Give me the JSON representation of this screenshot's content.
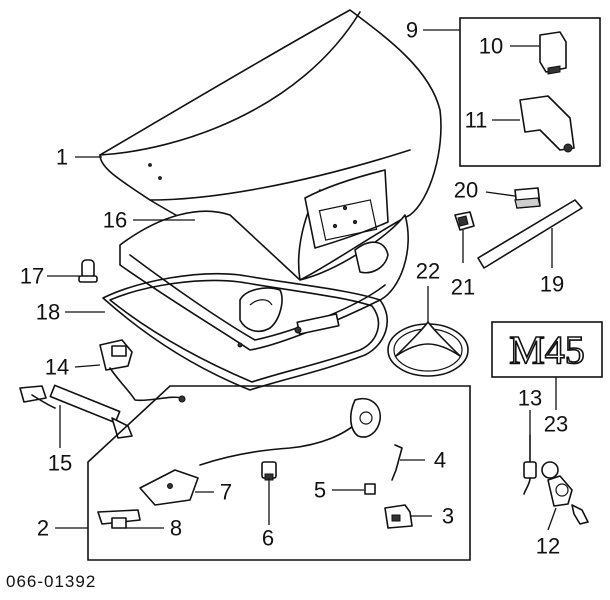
{
  "diagram_code": "066-01392",
  "badge_text": "M45",
  "callouts": [
    {
      "id": "1",
      "label": "1"
    },
    {
      "id": "2",
      "label": "2"
    },
    {
      "id": "3",
      "label": "3"
    },
    {
      "id": "4",
      "label": "4"
    },
    {
      "id": "5",
      "label": "5"
    },
    {
      "id": "6",
      "label": "6"
    },
    {
      "id": "7",
      "label": "7"
    },
    {
      "id": "8",
      "label": "8"
    },
    {
      "id": "9",
      "label": "9"
    },
    {
      "id": "10",
      "label": "10"
    },
    {
      "id": "11",
      "label": "11"
    },
    {
      "id": "12",
      "label": "12"
    },
    {
      "id": "13",
      "label": "13"
    },
    {
      "id": "14",
      "label": "14"
    },
    {
      "id": "15",
      "label": "15"
    },
    {
      "id": "16",
      "label": "16"
    },
    {
      "id": "17",
      "label": "17"
    },
    {
      "id": "18",
      "label": "18"
    },
    {
      "id": "19",
      "label": "19"
    },
    {
      "id": "20",
      "label": "20"
    },
    {
      "id": "21",
      "label": "21"
    },
    {
      "id": "22",
      "label": "22"
    },
    {
      "id": "23",
      "label": "23"
    }
  ]
}
